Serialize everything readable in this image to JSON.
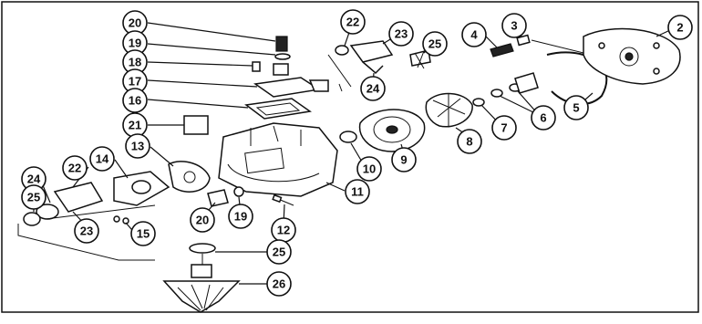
{
  "diagram": {
    "type": "exploded-parts-view",
    "callouts": [
      {
        "id": "c20a",
        "label": "20"
      },
      {
        "id": "c19a",
        "label": "19"
      },
      {
        "id": "c18",
        "label": "18"
      },
      {
        "id": "c17",
        "label": "17"
      },
      {
        "id": "c16",
        "label": "16"
      },
      {
        "id": "c21",
        "label": "21"
      },
      {
        "id": "c13",
        "label": "13"
      },
      {
        "id": "c14",
        "label": "14"
      },
      {
        "id": "c22a",
        "label": "22"
      },
      {
        "id": "c24a",
        "label": "24"
      },
      {
        "id": "c25a",
        "label": "25"
      },
      {
        "id": "c23a",
        "label": "23"
      },
      {
        "id": "c15",
        "label": "15"
      },
      {
        "id": "c20b",
        "label": "20"
      },
      {
        "id": "c19b",
        "label": "19"
      },
      {
        "id": "c12",
        "label": "12"
      },
      {
        "id": "c11",
        "label": "11"
      },
      {
        "id": "c10",
        "label": "10"
      },
      {
        "id": "c9",
        "label": "9"
      },
      {
        "id": "c8",
        "label": "8"
      },
      {
        "id": "c7",
        "label": "7"
      },
      {
        "id": "c6",
        "label": "6"
      },
      {
        "id": "c5",
        "label": "5"
      },
      {
        "id": "c4",
        "label": "4"
      },
      {
        "id": "c3",
        "label": "3"
      },
      {
        "id": "c2",
        "label": "2"
      },
      {
        "id": "c22b",
        "label": "22"
      },
      {
        "id": "c23b",
        "label": "23"
      },
      {
        "id": "c24b",
        "label": "24"
      },
      {
        "id": "c25b",
        "label": "25"
      },
      {
        "id": "c25c",
        "label": "25"
      },
      {
        "id": "c26",
        "label": "26"
      }
    ]
  }
}
